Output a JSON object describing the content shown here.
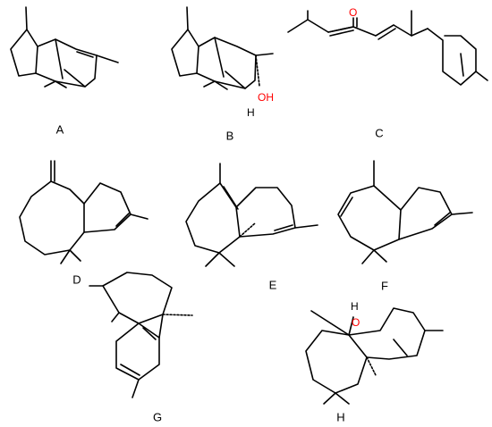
{
  "labels": {
    "a": "A",
    "b": "B",
    "c": "C",
    "d": "D",
    "e": "E",
    "f": "F",
    "g": "G",
    "h": "H"
  },
  "atoms": {
    "b_oh": "OH",
    "b_h": "H",
    "c_o": "O",
    "h_o": "O",
    "h_h": "H"
  },
  "colors": {
    "heteroatom": "#ff0000",
    "bond": "#000000"
  }
}
